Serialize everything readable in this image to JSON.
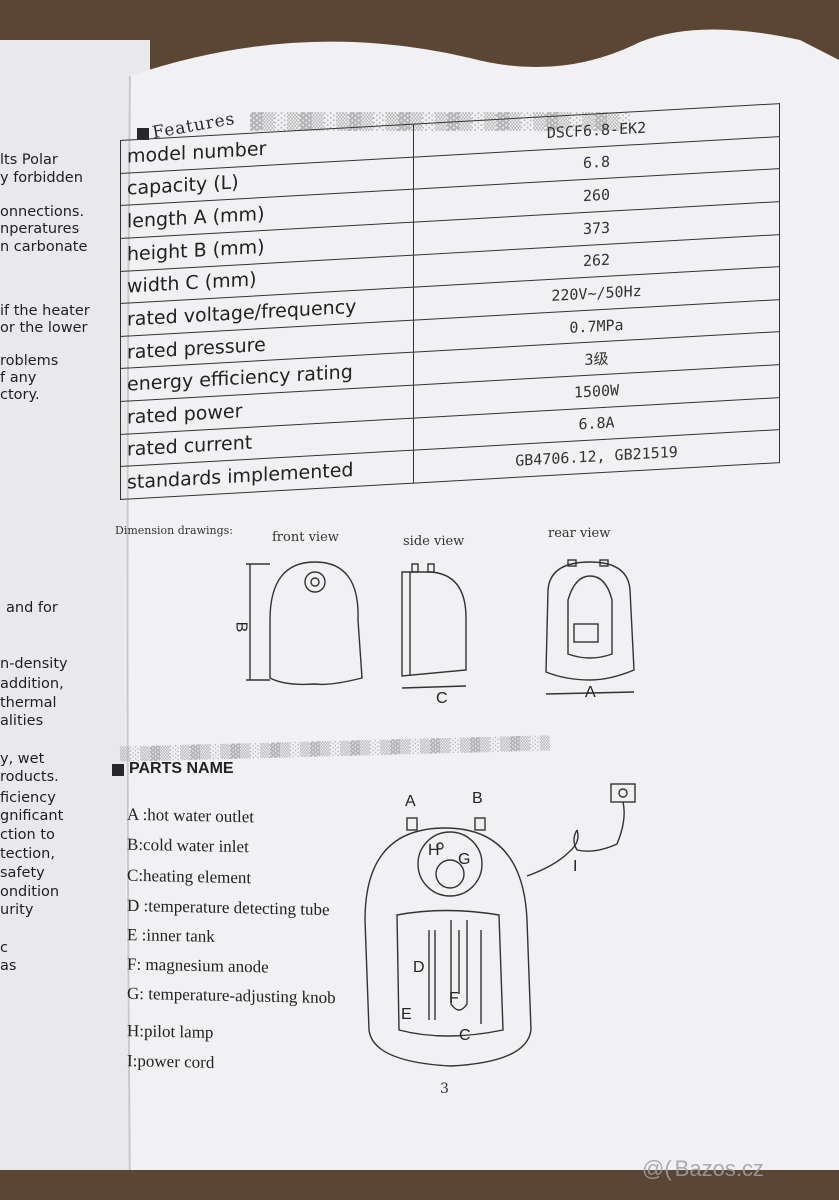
{
  "left_page": {
    "snippets": [
      {
        "text": "lts Polar"
      },
      {
        "text": "y forbidden"
      },
      {
        "text": "onnections."
      },
      {
        "text": "nperatures"
      },
      {
        "text": "n  carbonate"
      },
      {
        "text": "if the heater"
      },
      {
        "text": "or the lower"
      },
      {
        "text": "roblems"
      },
      {
        "text": "f any"
      },
      {
        "text": "ctory."
      },
      {
        "text": "and for"
      },
      {
        "text": "n-density"
      },
      {
        "text": "addition,"
      },
      {
        "text": "thermal"
      },
      {
        "text": "alities"
      },
      {
        "text": "y, wet"
      },
      {
        "text": "roducts."
      },
      {
        "text": "ficiency"
      },
      {
        "text": "gnificant"
      },
      {
        "text": "ction to"
      },
      {
        "text": "tection,"
      },
      {
        "text": "safety"
      },
      {
        "text": "ondition"
      },
      {
        "text": "urity"
      },
      {
        "text": "c"
      },
      {
        "text": "as"
      }
    ]
  },
  "features": {
    "title": "Features",
    "rows": [
      {
        "label": "model number",
        "value": "DSCF6.8-EK2"
      },
      {
        "label": "capacity (L)",
        "value": "6.8"
      },
      {
        "label": "length A (mm)",
        "value": "260"
      },
      {
        "label": "height B (mm)",
        "value": "373"
      },
      {
        "label": "width C (mm)",
        "value": "262"
      },
      {
        "label": "rated voltage/frequency",
        "value": "220V~/50Hz"
      },
      {
        "label": "rated pressure",
        "value": "0.7MPa"
      },
      {
        "label": "energy efficiency rating",
        "value": "3级"
      },
      {
        "label": "rated power",
        "value": "1500W"
      },
      {
        "label": "rated current",
        "value": "6.8A"
      },
      {
        "label": "standards implemented",
        "value": "GB4706.12, GB21519"
      }
    ]
  },
  "dimensions": {
    "heading": "Dimension drawings:",
    "front_view": "front view",
    "side_view": "side view",
    "rear_view": "rear view",
    "label_b": "B",
    "label_c": "C",
    "label_a": "A"
  },
  "parts": {
    "title": "PARTS NAME",
    "items": [
      {
        "text": "A :hot water outlet"
      },
      {
        "text": "B:cold water inlet"
      },
      {
        "text": "C:heating element"
      },
      {
        "text": "D :temperature detecting tube"
      },
      {
        "text": "E :inner tank"
      },
      {
        "text": "F: magnesium anode"
      },
      {
        "text": "G: temperature-adjusting knob"
      },
      {
        "text": "H:pilot lamp"
      },
      {
        "text": "I:power cord"
      }
    ],
    "diagram_letters": {
      "a": "A",
      "b": "B",
      "h": "H",
      "g": "G",
      "d": "D",
      "e": "E",
      "f": "F",
      "c": "C",
      "i": "I"
    }
  },
  "page_number": "3",
  "watermark": "Bazos.cz"
}
